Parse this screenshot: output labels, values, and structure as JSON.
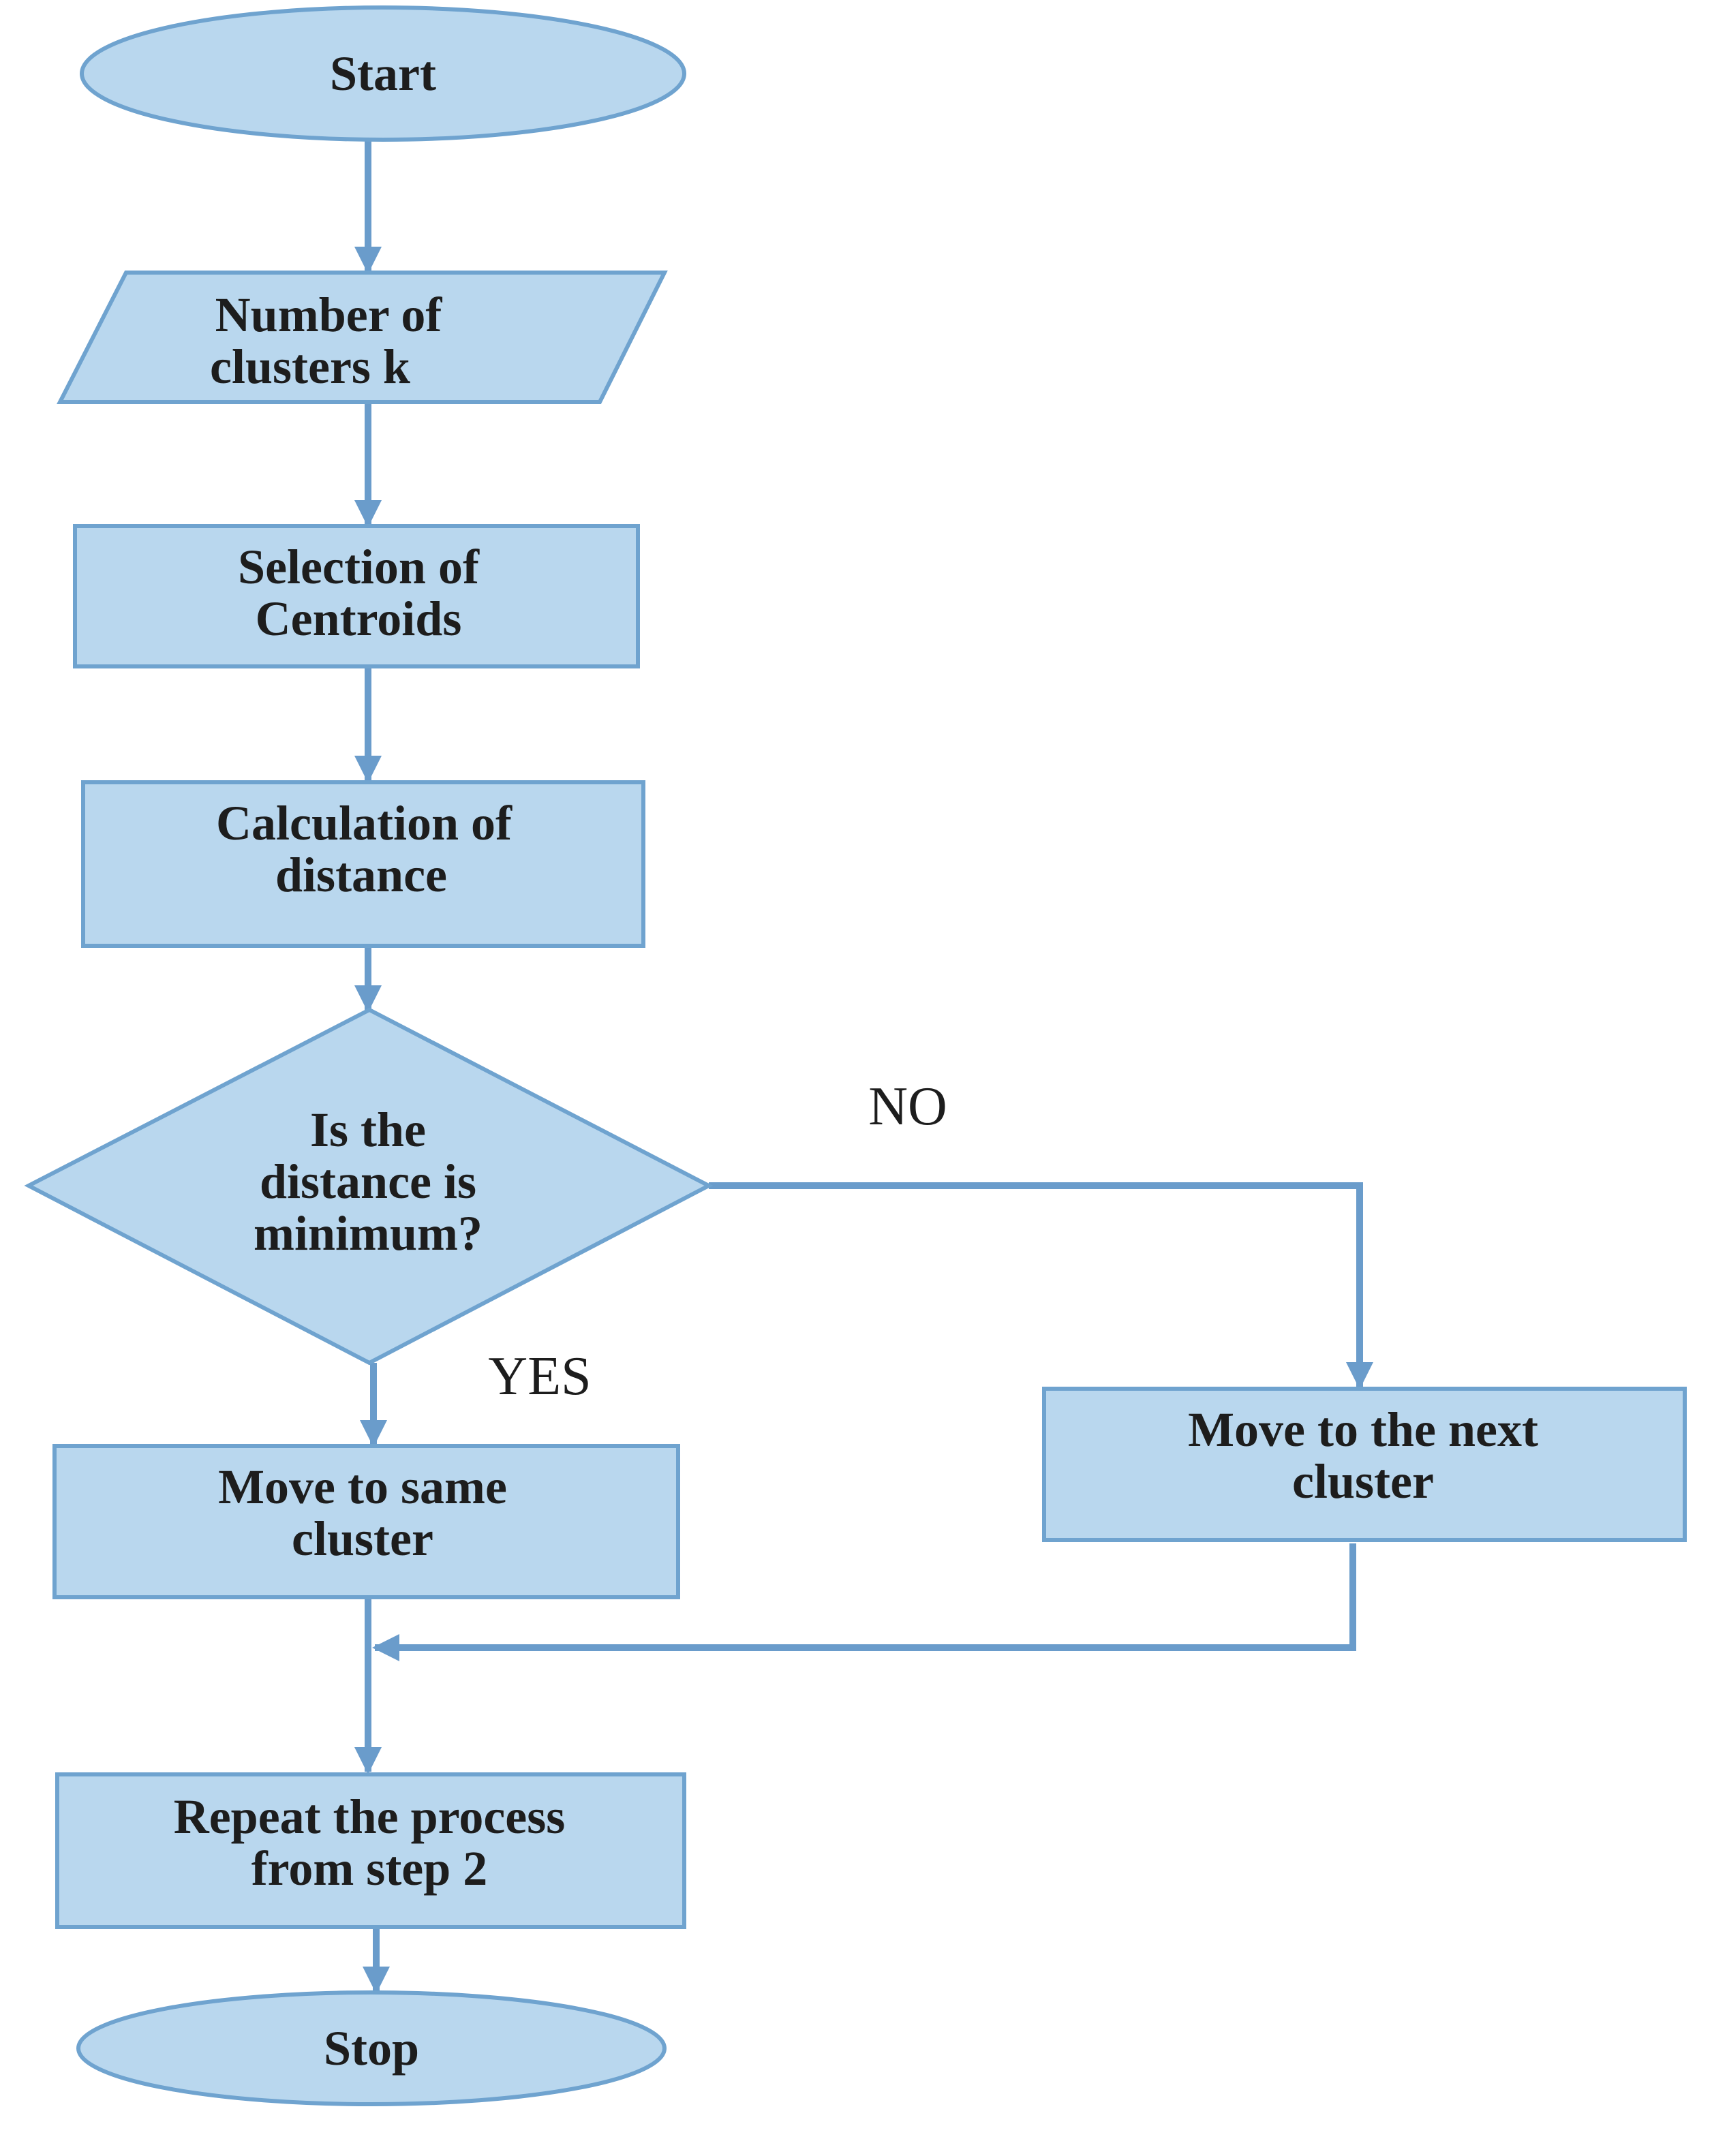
{
  "colors": {
    "shape_fill": "#b9d7ee",
    "shape_stroke": "#6fa3cf",
    "connector": "#6a9ccb",
    "text": "#1d1d1d"
  },
  "nodes": {
    "start": {
      "line1": "Start"
    },
    "input": {
      "line1": "Number of",
      "line2": "clusters k"
    },
    "select": {
      "line1": "Selection of",
      "line2": "Centroids"
    },
    "calc": {
      "line1": "Calculation of",
      "line2": "distance"
    },
    "decision": {
      "line1": "Is the",
      "line2": "distance is",
      "line3": "minimum?"
    },
    "same": {
      "line1": "Move to same",
      "line2": "cluster"
    },
    "next": {
      "line1": "Move to the next",
      "line2": "cluster"
    },
    "repeat": {
      "line1": "Repeat the process",
      "line2": "from step 2"
    },
    "stop": {
      "line1": "Stop"
    }
  },
  "edge_labels": {
    "no": "NO",
    "yes": "YES"
  }
}
